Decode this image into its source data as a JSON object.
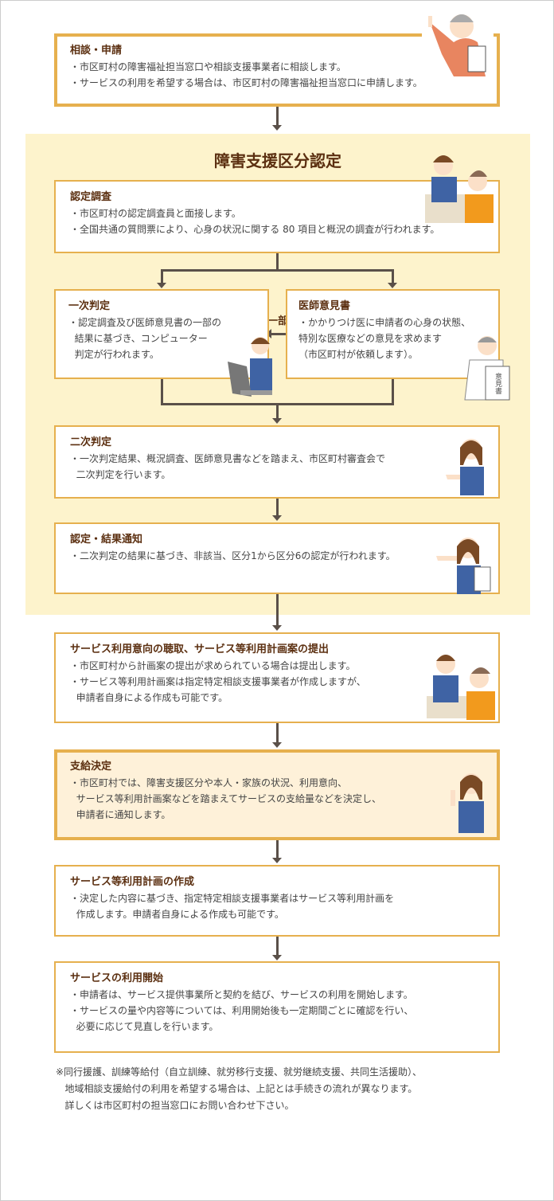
{
  "title": "障害支援区分認定",
  "steps": {
    "consult": {
      "heading": "相談・申請",
      "lines": [
        "・市区町村の障害福祉担当窓口や相談支援事業者に相談します。",
        "・サービスの利用を希望する場合は、市区町村の障害福祉担当窓口に申請します。"
      ]
    },
    "survey": {
      "heading": "認定調査",
      "lines": [
        "・市区町村の認定調査員と面接します。",
        "・全国共通の質問票により、心身の状況に関する 80 項目と概況の調査が行われます。"
      ]
    },
    "first": {
      "heading": "一次判定",
      "lines": [
        "・認定調査及び医師意見書の一部の",
        "  結果に基づき、コンピューター",
        "  判定が行われます。"
      ]
    },
    "doctor": {
      "heading": "医師意見書",
      "lines": [
        "・かかりつけ医に申請者の心身の状態、",
        "特別な医療などの意見を求めます",
        "（市区町村が依頼します）。"
      ],
      "doc_label": "意見書"
    },
    "partial_label": "一部",
    "second": {
      "heading": "二次判定",
      "lines": [
        "・一次判定結果、概況調査、医師意見書などを踏まえ、市区町村審査会で",
        "  二次判定を行います。"
      ]
    },
    "notify": {
      "heading": "認定・結果通知",
      "lines": [
        "・二次判定の結果に基づき、非該当、区分1から区分6の認定が行われます。"
      ]
    },
    "plan_draft": {
      "heading": "サービス利用意向の聴取、サービス等利用計画案の提出",
      "lines": [
        "・市区町村から計画案の提出が求められている場合は提出します。",
        "・サービス等利用計画案は指定特定相談支援事業者が作成しますが、",
        "  申請者自身による作成も可能です。"
      ]
    },
    "decision": {
      "heading": "支給決定",
      "lines": [
        "・市区町村では、障害支援区分や本人・家族の状況、利用意向、",
        "  サービス等利用計画案などを踏まえてサービスの支給量などを決定し、",
        "  申請者に通知します。"
      ]
    },
    "plan": {
      "heading": "サービス等利用計画の作成",
      "lines": [
        "・決定した内容に基づき、指定特定相談支援事業者はサービス等利用計画を",
        "  作成します。申請者自身による作成も可能です。"
      ]
    },
    "start": {
      "heading": "サービスの利用開始",
      "lines": [
        "・申請者は、サービス提供事業所と契約を結び、サービスの利用を開始します。",
        "・サービスの量や内容等については、利用開始後も一定期間ごとに確認を行い、",
        "  必要に応じて見直しを行います。"
      ]
    }
  },
  "note": [
    "※同行援護、訓練等給付（自立訓練、就労移行支援、就労継続支援、共同生活援助）、",
    "   地域相談支援給付の利用を希望する場合は、上記とは手続きの流れが異なります。",
    "   詳しくは市区町村の担当窓口にお問い合わせ下さい。"
  ],
  "colors": {
    "border": "#e6b04e",
    "panel": "#fdf3cc",
    "heading": "#5b2f10",
    "arrow": "#5a5049"
  }
}
